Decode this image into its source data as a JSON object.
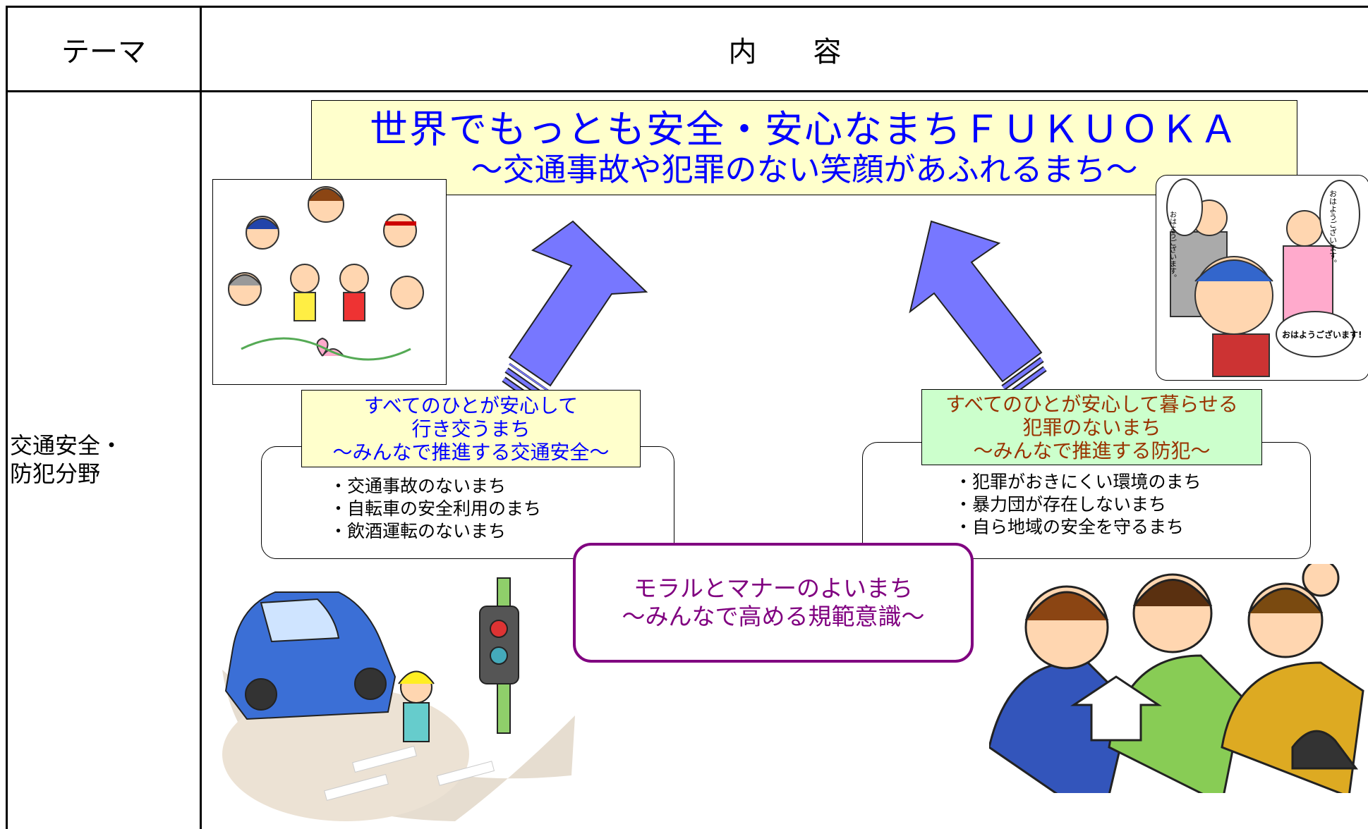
{
  "table": {
    "header": {
      "theme": "テーマ",
      "content": "内　　容"
    },
    "row": {
      "theme_line1": "交通安全・",
      "theme_line2": "防犯分野"
    }
  },
  "main_goal": {
    "line1": "世界でもっとも安全・安心なまちＦＵＫＵＯＫＡ",
    "line2": "～交通事故や犯罪のない笑顔があふれるまち～"
  },
  "traffic": {
    "title_line1": "すべてのひとが安心して",
    "title_line2": "行き交うまち",
    "title_line3": "～みんなで推進する交通安全～",
    "items": [
      "・交通事故のないまち",
      "・自転車の安全利用のまち",
      "・飲酒運転のないまち"
    ]
  },
  "crime": {
    "title_line1": "すべてのひとが安心して暮らせる",
    "title_line2": "犯罪のないまち",
    "title_line3": "～みんなで推進する防犯～",
    "items": [
      "・犯罪がおきにくい環境のまち",
      "・暴力団が存在しないまち",
      "・自ら地域の安全を守るまち"
    ]
  },
  "morals": {
    "line1": "モラルとマナーのよいまち",
    "line2": "～みんなで高める規範意識～"
  },
  "greeting_bubbles": [
    "おはようございます。",
    "おはようございます。",
    "おはようございます!"
  ],
  "colors": {
    "goal_bg": "#ffffcc",
    "goal_text": "#0000ff",
    "traffic_text": "#0000ff",
    "crime_bg": "#ccffcc",
    "crime_text": "#993300",
    "morals_border": "#800080",
    "morals_text": "#800080",
    "arrow_fill": "#7777ff"
  }
}
